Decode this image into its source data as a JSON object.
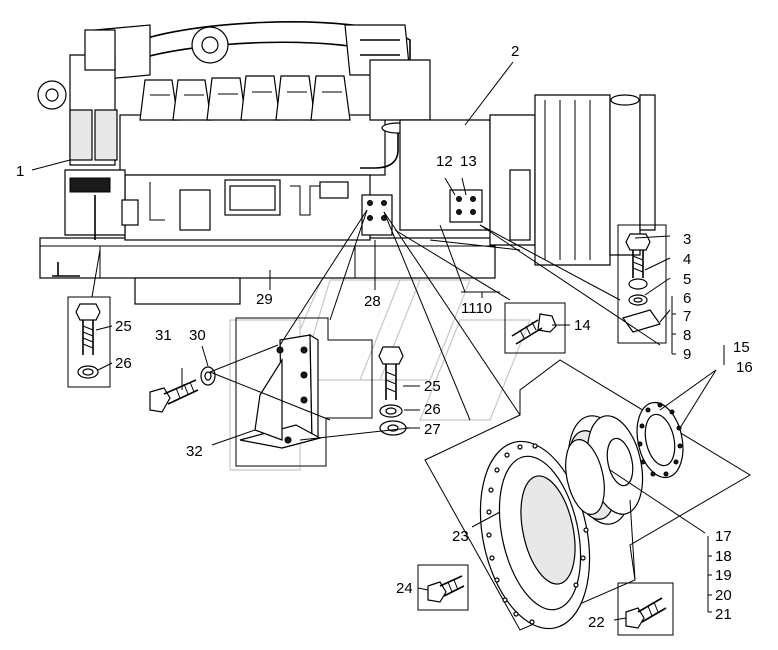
{
  "callouts": {
    "c1": "1",
    "c2": "2",
    "c3": "3",
    "c4": "4",
    "c5": "5",
    "c6": "6",
    "c7": "7",
    "c8": "8",
    "c9": "9",
    "c12": "12",
    "c13": "13",
    "c14": "14",
    "c15": "15",
    "c16": "16",
    "c17": "17",
    "c18": "18",
    "c19": "19",
    "c20": "20",
    "c21": "21",
    "c22": "22",
    "c23": "23",
    "c24": "24",
    "c25a": "25",
    "c25b": "25",
    "c26a": "26",
    "c26b": "26",
    "c27": "27",
    "c28": "28",
    "c29": "29",
    "c30": "30",
    "c31": "31",
    "c32": "32",
    "c1110": "1110"
  }
}
